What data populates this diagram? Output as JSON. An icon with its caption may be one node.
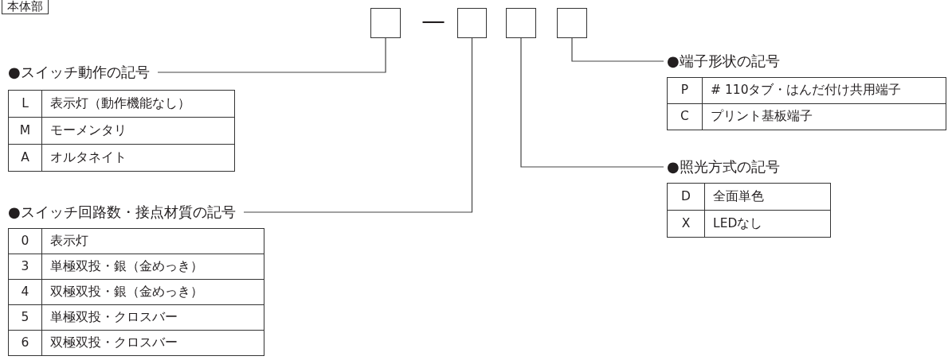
{
  "diagram": {
    "nodes": [
      {
        "text": [],
        "shape": "box"
      },
      {
        "text": [],
        "shape": "box"
      },
      {
        "text": [],
        "shape": "box"
      },
      {
        "text": [],
        "shape": "box"
      },
      {
        "text": [
          "●スイッチ動作の記号"
        ]
      },
      {
        "text": [
          "●端子形状の記号"
        ]
      },
      {
        "text": [
          "●照光方式の記号"
        ]
      },
      {
        "text": [
          "●スイッチ回路数・接点材質の記号"
        ]
      }
    ],
    "edges": [
      {
        "from": 0,
        "to": 4,
        "arrow": "none"
      },
      {
        "from": 3,
        "to": 5,
        "arrow": "none"
      },
      {
        "from": 2,
        "to": 6,
        "arrow": "none"
      },
      {
        "from": 1,
        "to": 7,
        "arrow": "none"
      }
    ],
    "labels": [
      "本体部",
      "—",
      "L",
      "表示灯（動作機能なし）",
      "M",
      "モーメンタリ",
      "A",
      "オルタネイト",
      "P",
      "# 110タブ・はんだ付け共用端子",
      "C",
      "プリント基板端子",
      "D",
      "全面単色",
      "X",
      "LEDなし",
      "0",
      "表示灯",
      "3",
      "単極双投・銀（金めっき）",
      "4",
      "双極双投・銀（金めっき）",
      "5",
      "単極双投・クロスバー",
      "6",
      "双極双投・クロスバー"
    ]
  }
}
